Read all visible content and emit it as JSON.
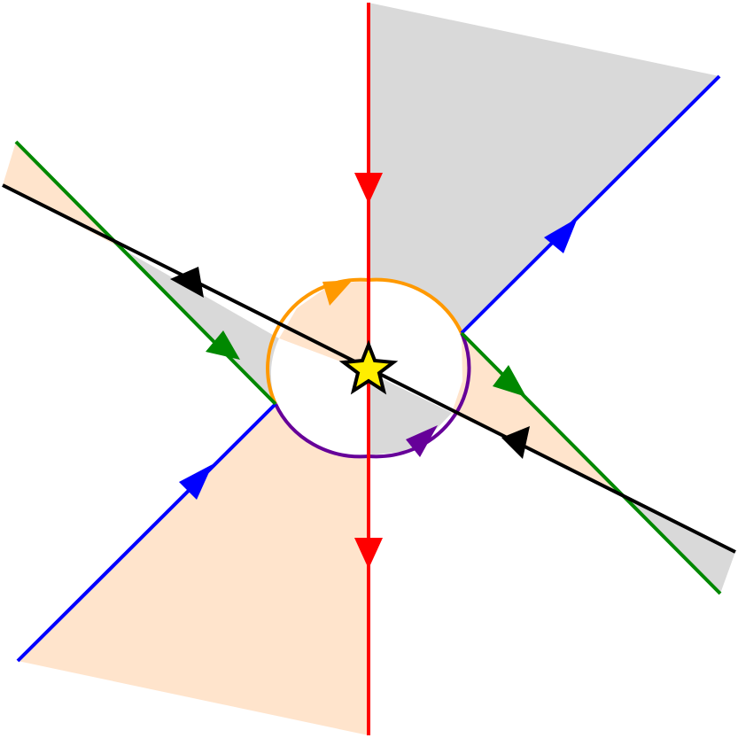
{
  "colors": {
    "background": "#ffffff",
    "region_gray": "#d9d9d9",
    "region_peach": "#ffe4cc",
    "ray_red": "#ff0000",
    "ray_blue": "#0000ff",
    "ray_green": "#008800",
    "ray_black": "#000000",
    "arc_orange": "#ff9900",
    "arc_purple": "#660099",
    "star_fill": "#ffee00",
    "star_stroke": "#000000"
  },
  "elements": {
    "regions": [
      "gray-region-upper-right",
      "gray-region-left-wedge",
      "gray-region-lower-right-inner",
      "gray-region-right-tip",
      "peach-region-upper-left-tip",
      "peach-region-lower-left",
      "peach-region-right-wedge"
    ],
    "rays": [
      "red-vertical-line",
      "blue-diagonal-line-upper",
      "blue-diagonal-line-lower",
      "green-diagonal-line-upper",
      "green-diagonal-line-lower",
      "black-diagonal-line"
    ],
    "arcs": [
      "orange-arc",
      "purple-arc"
    ],
    "marker": "star-icon"
  }
}
